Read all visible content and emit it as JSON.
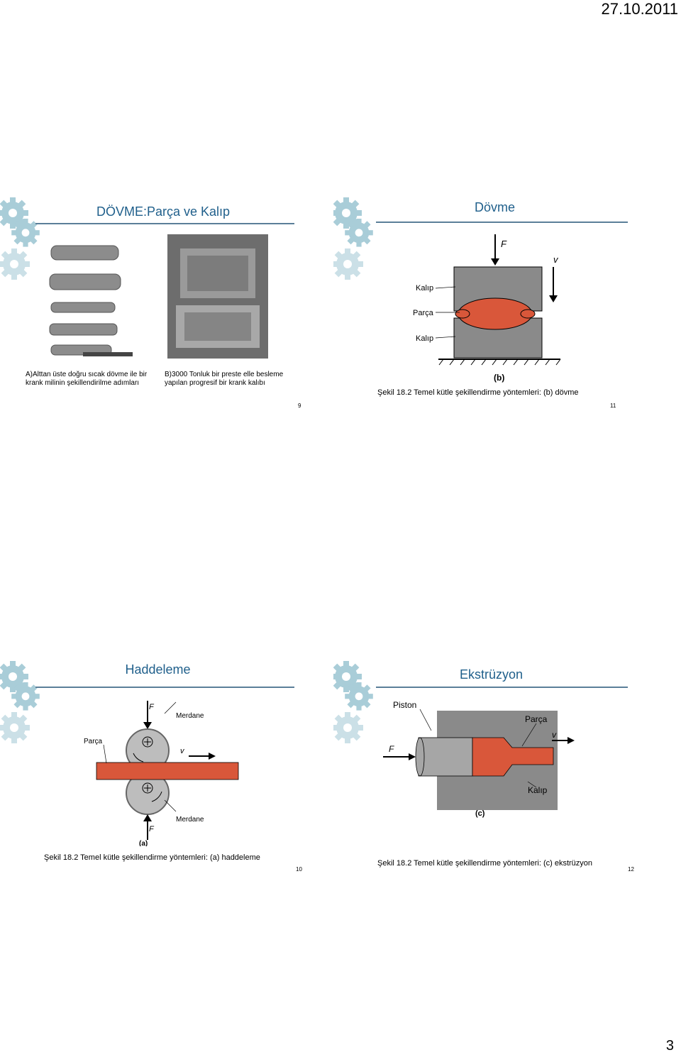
{
  "header": {
    "date": "27.10.2011"
  },
  "footer": {
    "page_number": "3"
  },
  "slides": {
    "s9": {
      "title": "DÖVME:Parça ve Kalıp",
      "caption_a": "A)Alttan üste doğru sıcak dövme ile bir krank milinin şekillendirilme adımları",
      "caption_b": "B)3000 Tonluk bir preste elle besleme yapılan progresif bir krank kalıbı",
      "number": "9"
    },
    "s11": {
      "title": "Dövme",
      "labels": {
        "force": "F",
        "velocity": "v",
        "die_top": "Kalıp",
        "part": "Parça",
        "die_bottom": "Kalıp",
        "sub": "(b)"
      },
      "caption": "Şekil 18.2 Temel kütle şekillendirme yöntemleri: (b) dövme",
      "number": "11"
    },
    "s10": {
      "title": "Haddeleme",
      "labels": {
        "force_top": "F",
        "force_bottom": "F",
        "roll_top": "Merdane",
        "roll_bottom": "Merdane",
        "part": "Parça",
        "velocity": "v",
        "sub": "(a)"
      },
      "caption": "Şekil 18.2 Temel kütle şekillendirme yöntemleri: (a) haddeleme",
      "number": "10"
    },
    "s12": {
      "title": "Ekstrüzyon",
      "labels": {
        "piston": "Piston",
        "part": "Parça",
        "velocity": "v",
        "force": "F",
        "die": "Kalıp",
        "sub": "(c)"
      },
      "caption": "Şekil 18.2 Temel kütle şekillendirme yöntemleri: (c) ekstrüzyon",
      "number": "12"
    }
  },
  "colors": {
    "title": "#1f5f8b",
    "workpiece": "#d9573a",
    "die": "#8a8a8a",
    "gear": "#9dc3cf"
  }
}
